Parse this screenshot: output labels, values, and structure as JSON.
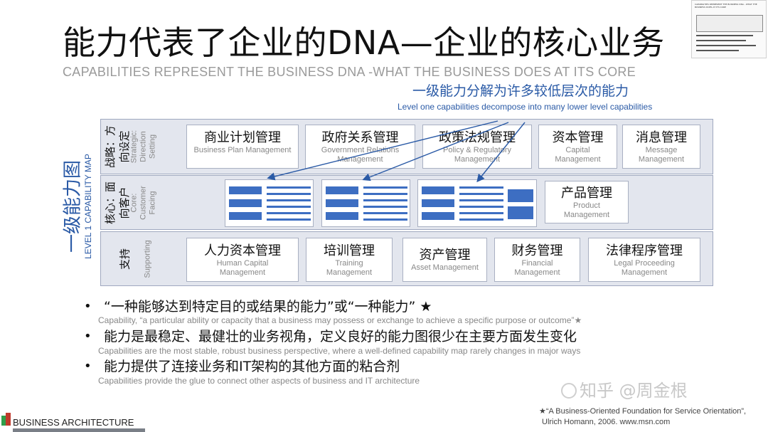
{
  "title": "能力代表了企业的DNA—企业的核心业务",
  "subtitle": "CAPABILITIES REPRESENT THE BUSINESS DNA -WHAT THE BUSINESS DOES AT ITS CORE",
  "annotation": {
    "zh": "一级能力分解为许多较低层次的能力",
    "en": "Level one capabilities decompose into many lower level capabilities"
  },
  "map_label": {
    "zh": "一级能力图",
    "en": "LEVEL 1 CAPABILITY MAP"
  },
  "bands": {
    "strategic": {
      "zh": "战略：方向设定",
      "en": "Strategic: Direction Setting",
      "capabilities": [
        {
          "zh": "商业计划管理",
          "en": "Business Plan Management"
        },
        {
          "zh": "政府关系管理",
          "en": "Government Relations Management"
        },
        {
          "zh": "政策法规管理",
          "en": "Policy & Regulatory Management"
        },
        {
          "zh": "资本管理",
          "en": "Capital Management"
        },
        {
          "zh": "消息管理",
          "en": "Message Management"
        }
      ]
    },
    "core": {
      "zh": "核心：面向客户",
      "en": "Core: Customer Facing",
      "capabilities": [
        {
          "zh": "产品管理",
          "en": "Product Management"
        }
      ]
    },
    "support": {
      "zh": "支持",
      "en": "Supporting",
      "capabilities": [
        {
          "zh": "人力资本管理",
          "en": "Human Capital Management"
        },
        {
          "zh": "培训管理",
          "en": "Training Management"
        },
        {
          "zh": "资产管理",
          "en": "Asset Management"
        },
        {
          "zh": "财务管理",
          "en": "Financial Management"
        },
        {
          "zh": "法律程序管理",
          "en": "Legal Proceeding Management"
        }
      ]
    }
  },
  "bullets": [
    {
      "zh": "“一种能够达到特定目的或结果的能力”或“一种能力” ★",
      "en": "Capability, “a particular ability or capacity that a business may possess or exchange to achieve a specific purpose or outcome”★"
    },
    {
      "zh": "能力是最稳定、最健壮的业务视角，定义良好的能力图很少在主要方面发生变化",
      "en": "Capabilities are the most stable, robust business perspective, where a well-defined capability map rarely changes in major ways"
    },
    {
      "zh": "能力提供了连接业务和IT架构的其他方面的粘合剂",
      "en": "Capabilities provide the glue to connect other aspects of business and IT architecture"
    }
  ],
  "bullet_symbol": "•",
  "citation": {
    "line1": "★“A Business-Oriented Foundation for Service Orientation”,",
    "line2": "Ulrich Homann, 2006. www.msn.com"
  },
  "watermark": "知乎 @周金根",
  "brand": "BUSINESS ARCHITECTURE",
  "thumbnail_title": "CAPABILITIES REPRESENT THE BUSINESS DNA - WHAT THE BUSINESS DOES AT ITS CORE",
  "colors": {
    "accent": "#2a5aa6",
    "block": "#3d6ec2",
    "band": "#e3e6ee"
  }
}
